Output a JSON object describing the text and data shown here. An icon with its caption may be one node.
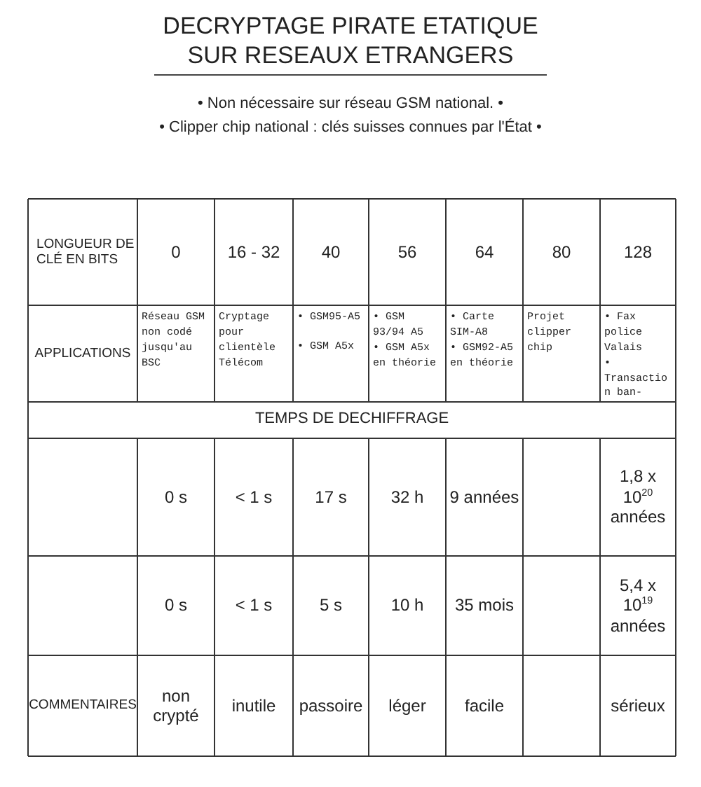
{
  "diagram": {
    "title": "DECRYPTAGE PIRATE ETATIQUE SUR RESEAUX ETRANGERS",
    "labels": [
      "• Non nécessaire sur réseau GSM national. •",
      "• Clipper chip national : clés suisses connues par l'État •",
      "LONGUEUR DE CLÉ EN BITS",
      "0",
      "16 - 32",
      "40",
      "56",
      "64",
      "80",
      "128",
      "APPLICATIONS",
      "Réseau GSM non codé jusqu'au BSC",
      "Cryptage pour clientèle Télécom",
      "• GSM95-A5",
      "• GSM A5x",
      "• GSM 93/94 A5",
      "• GSM A5x en théorie",
      "• Carte SIM-A8",
      "• GSM92-A5 en théorie",
      "Projet clipper chip",
      "• Fax police Valais",
      "• Transaction ban-",
      "TEMPS DE DECHIFFRAGE",
      "0 s",
      "< 1 s",
      "17 s",
      "32 h",
      "9 années",
      "1,8 x 10$^{20}$ années",
      "0 s",
      "< 1 s",
      "5 s",
      "10 h",
      "35 mois",
      "5,4 x 10$^{19}$ années",
      "COMMENTAIRES",
      "non crypté",
      "inutile",
      "passoire",
      "léger",
      "facile",
      "sérieux"
    ]
  }
}
